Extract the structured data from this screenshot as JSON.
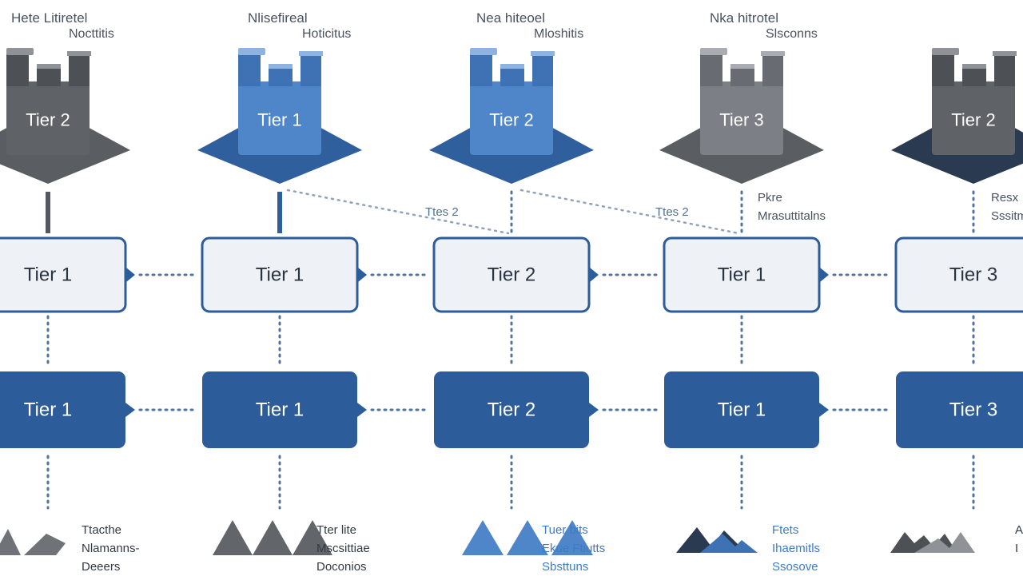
{
  "colors": {
    "gray_dark": "#5a5d62",
    "gray_mid": "#7c8086",
    "blue": "#4f86c9",
    "blue_dark": "#2f5f9d",
    "node_fill_light": "#eef1f5",
    "node_fill_dark": "#2c5d9a",
    "node_stroke": "#2c5d9a",
    "connector": "#4f75a0",
    "navy": "#2a3a50"
  },
  "columns": [
    {
      "header": {
        "line1": "Hete Litiretel",
        "line2": "Nocttitis"
      },
      "building": {
        "label": "Tier 2",
        "style": "gray_dark",
        "base": "gray_dark"
      },
      "note": null,
      "node_top": {
        "label": "Tier 1"
      },
      "node_bottom": {
        "label": "Tier 1"
      },
      "footer": {
        "icon": "gray-triangles-icon",
        "lines": [
          "Ttacthe",
          "Nlamanns-",
          "Deeers"
        ],
        "blue": false
      }
    },
    {
      "header": {
        "line1": "Nlisefireal",
        "line2": "Hoticitus"
      },
      "building": {
        "label": "Tier 1",
        "style": "blue",
        "base": "blue_dark"
      },
      "note": null,
      "node_top": {
        "label": "Tier 1"
      },
      "node_bottom": {
        "label": "Tier 1"
      },
      "footer": {
        "icon": "gray-triangles-icon",
        "lines": [
          "Tter lite",
          "Mscsittiae",
          "Doconios"
        ],
        "blue": false
      }
    },
    {
      "header": {
        "line1": "Nea hiteoel",
        "line2": "Mloshitis"
      },
      "building": {
        "label": "Tier 2",
        "style": "blue",
        "base": "blue_dark"
      },
      "note": null,
      "node_top": {
        "label": "Tier 2"
      },
      "node_bottom": {
        "label": "Tier 2"
      },
      "footer": {
        "icon": "blue-triangles-icon",
        "lines": [
          "Tuer bits",
          "Ekue Ftiutts",
          "Sbsttuns"
        ],
        "blue": true
      }
    },
    {
      "header": {
        "line1": "Nka hitrotel",
        "line2": "Slsconns"
      },
      "building": {
        "label": "Tier 3",
        "style": "gray_mid",
        "base": "gray_dark"
      },
      "note": {
        "line1": "Pkre",
        "line2": "Mrasuttitalns"
      },
      "node_top": {
        "label": "Tier 1"
      },
      "node_bottom": {
        "label": "Tier 1"
      },
      "footer": {
        "icon": "navy-mountains-icon",
        "lines": [
          "Ftets",
          "Ihaemitls",
          "Ssosove"
        ],
        "blue": true
      }
    },
    {
      "header": null,
      "building": {
        "label": "Tier 2",
        "style": "gray_dark",
        "base": "navy"
      },
      "note": {
        "line1": "Resx",
        "line2": "Sssitm"
      },
      "node_top": {
        "label": "Tier 3"
      },
      "node_bottom": {
        "label": "Tier 3"
      },
      "footer": {
        "icon": "gray-mountains-icon",
        "lines": [
          "A",
          "",
          "I"
        ],
        "blue": false
      }
    }
  ],
  "diagonal_labels": [
    "Ttes 2",
    "Ttes 2"
  ]
}
